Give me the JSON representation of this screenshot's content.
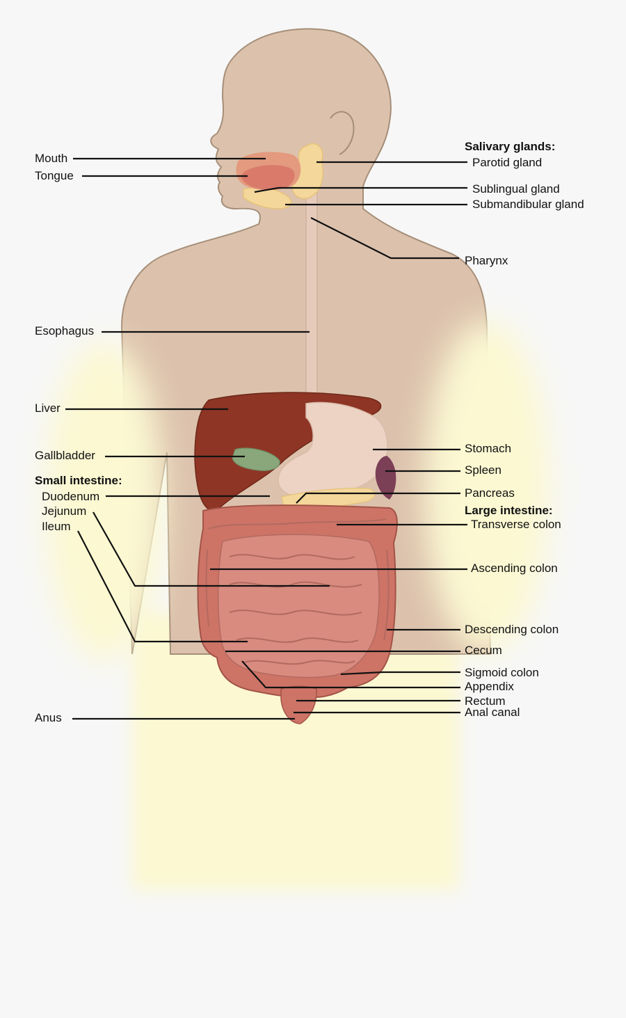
{
  "labels": {
    "mouth": "Mouth",
    "tongue": "Tongue",
    "salivary_heading": "Salivary glands:",
    "parotid": "Parotid gland",
    "sublingual": "Sublingual gland",
    "submandibular": "Submandibular gland",
    "pharynx": "Pharynx",
    "esophagus": "Esophagus",
    "liver": "Liver",
    "stomach": "Stomach",
    "gallbladder": "Gallbladder",
    "spleen": "Spleen",
    "small_intestine_heading": "Small intestine:",
    "duodenum": "Duodenum",
    "pancreas": "Pancreas",
    "jejunum": "Jejunum",
    "large_intestine_heading": "Large intestine:",
    "ileum": "Ileum",
    "transverse_colon": "Transverse colon",
    "ascending_colon": "Ascending colon",
    "descending_colon": "Descending colon",
    "cecum": "Cecum",
    "sigmoid_colon": "Sigmoid colon",
    "appendix": "Appendix",
    "rectum": "Rectum",
    "anus": "Anus",
    "anal_canal": "Anal canal"
  },
  "colors": {
    "background": "#f7f7f7",
    "skin": "#dcc2ad",
    "skin_outline": "#a58e78",
    "arm_glow": "#fbf8d2",
    "liver": "#8e3525",
    "stomach": "#ecd3c4",
    "intestine": "#d98b80",
    "colon": "#cd7467",
    "gallbladder": "#8aa77b",
    "spleen": "#7b3f56",
    "gland": "#f4d79a",
    "leader": "#111111"
  }
}
